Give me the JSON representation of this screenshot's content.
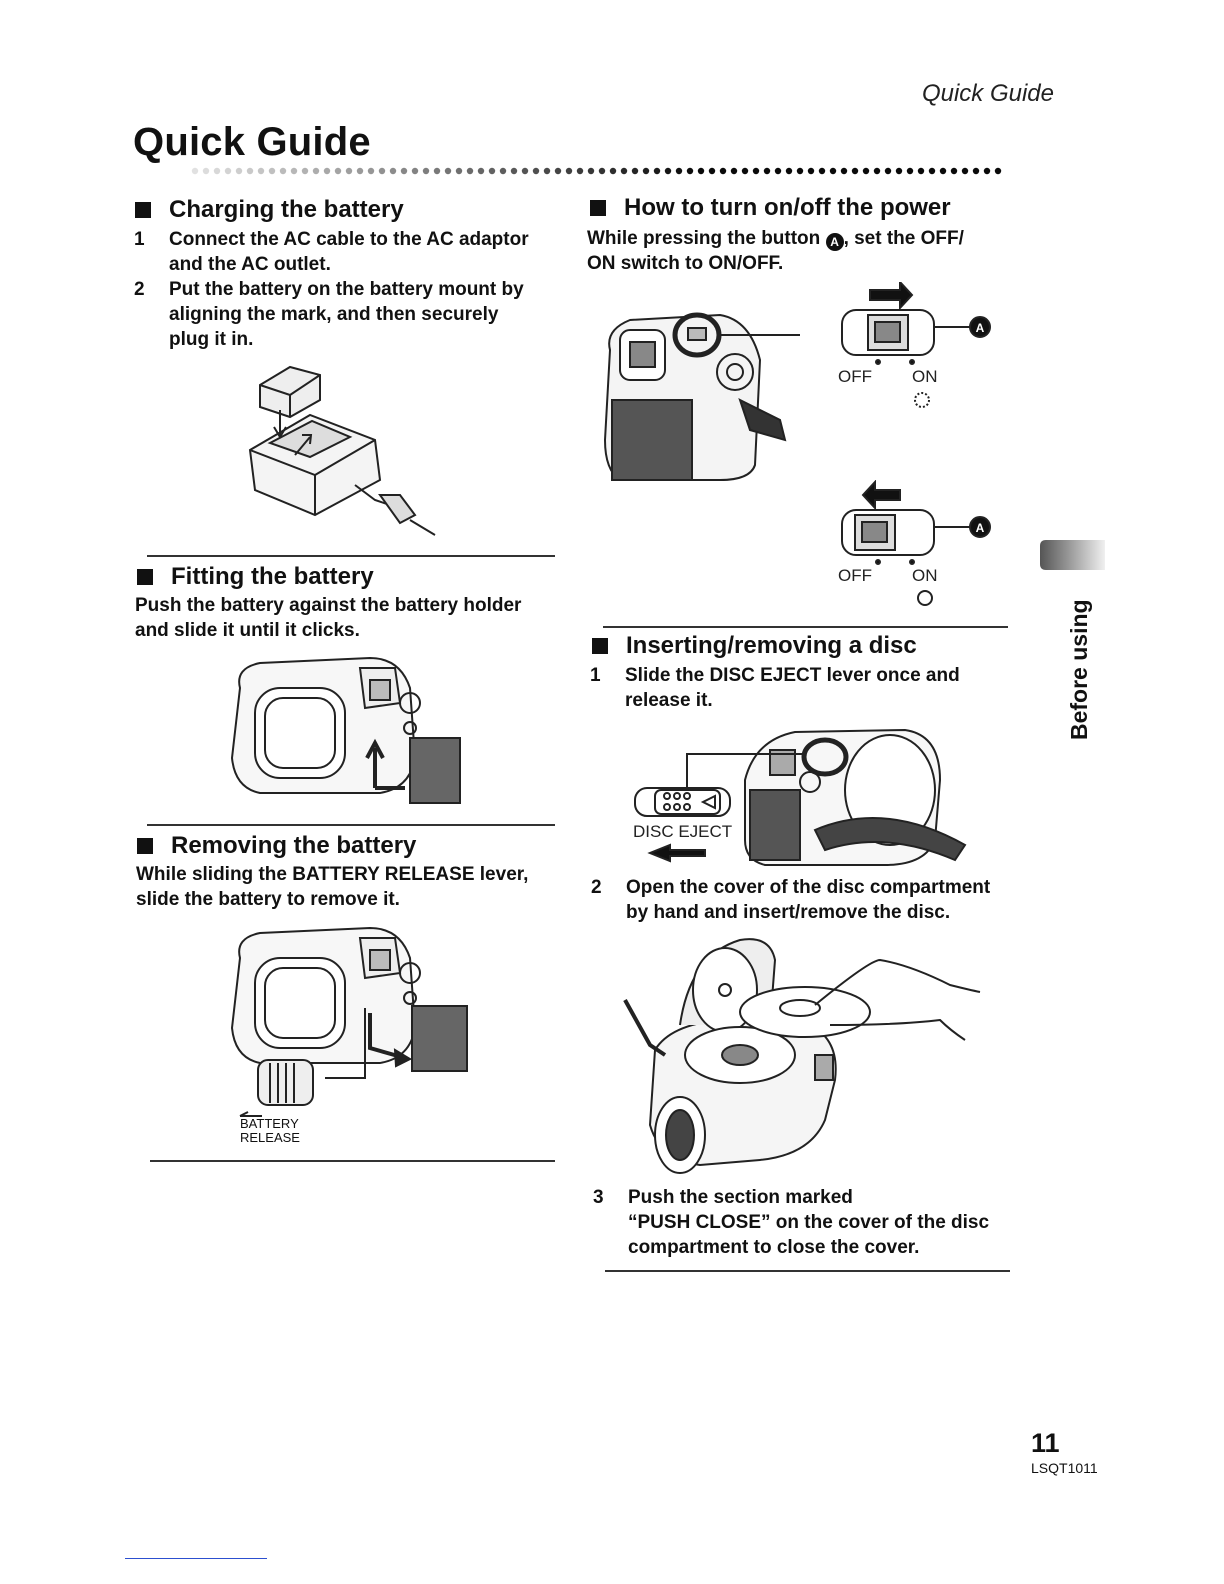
{
  "header": {
    "running_title": "Quick Guide"
  },
  "page_title": "Quick Guide",
  "sections": {
    "charging": {
      "title": "Charging the battery",
      "steps": [
        {
          "num": "1",
          "lines": [
            "Connect the AC cable to the AC adaptor",
            "and the AC outlet."
          ]
        },
        {
          "num": "2",
          "lines": [
            "Put the battery on the battery mount by",
            "aligning the mark, and then securely",
            "plug it in."
          ]
        }
      ]
    },
    "fitting": {
      "title": "Fitting the battery",
      "lines": [
        "Push the battery against the battery holder",
        "and slide it until it clicks."
      ]
    },
    "removing": {
      "title": "Removing the battery",
      "lines": [
        "While sliding the BATTERY RELEASE lever,",
        "slide the battery to remove it."
      ],
      "release_label": [
        "BATTERY",
        "RELEASE"
      ]
    },
    "power": {
      "title": "How to turn on/off the power",
      "line1_before": "While pressing the button ",
      "line1_after": ", set the OFF/",
      "line2": "ON switch to ON/OFF.",
      "button_marker": "A",
      "switch_off": "OFF",
      "switch_on": "ON"
    },
    "disc": {
      "title": "Inserting/removing a disc",
      "steps": [
        {
          "num": "1",
          "lines": [
            "Slide the DISC EJECT lever once and",
            "release it."
          ]
        },
        {
          "num": "2",
          "lines": [
            "Open the cover of the disc compartment",
            "by hand and insert/remove the disc."
          ]
        },
        {
          "num": "3",
          "lines": [
            "Push the section marked",
            "“PUSH CLOSE” on the cover of the disc",
            "compartment to close the cover."
          ]
        }
      ],
      "eject_label": "DISC EJECT"
    }
  },
  "side_tab": {
    "label": "Before using"
  },
  "footer": {
    "page_number": "11",
    "model_code": "LSQT1011"
  }
}
